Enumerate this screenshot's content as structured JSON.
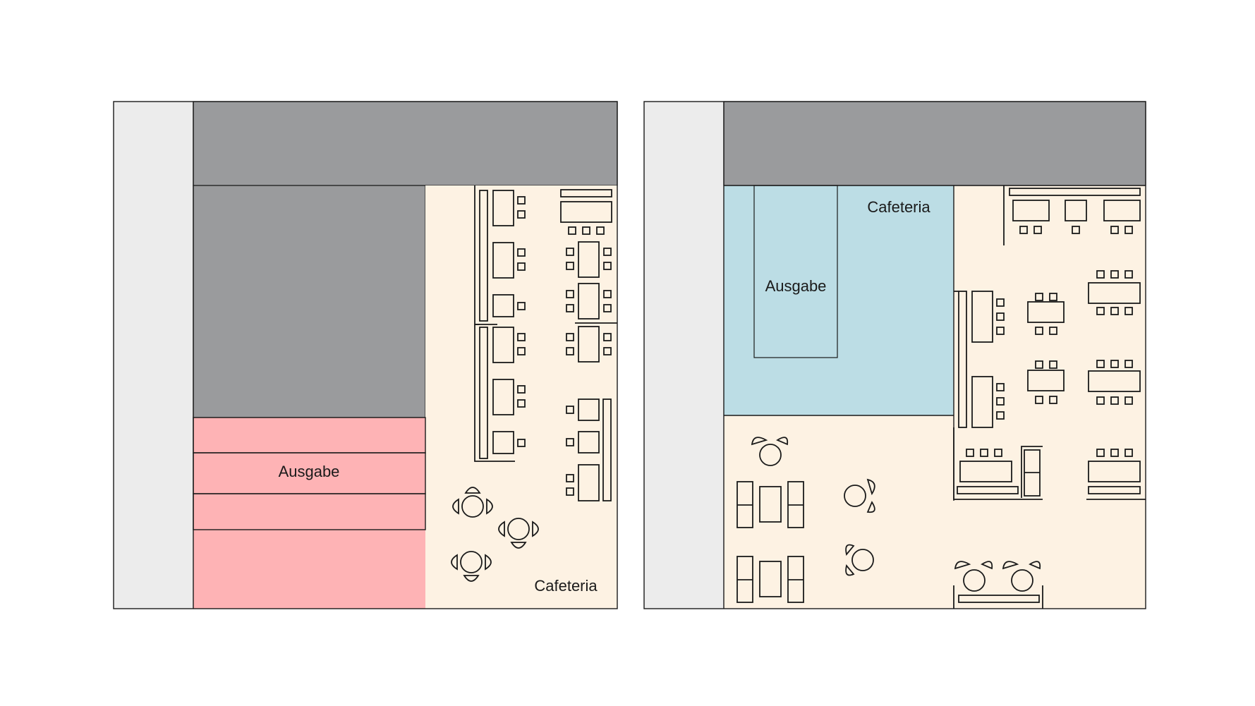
{
  "plans": [
    {
      "service_label": "Ausgabe",
      "cafeteria_label": "Cafeteria"
    },
    {
      "service_label": "Ausgabe",
      "cafeteria_label": "Cafeteria"
    }
  ],
  "colors": {
    "corridor": "#ececec",
    "building_core": "#9a9b9d",
    "service_left": "#feb3b5",
    "service_right": "#bcdde5",
    "cafeteria": "#fdf2e3",
    "line": "#1a1a1a"
  }
}
